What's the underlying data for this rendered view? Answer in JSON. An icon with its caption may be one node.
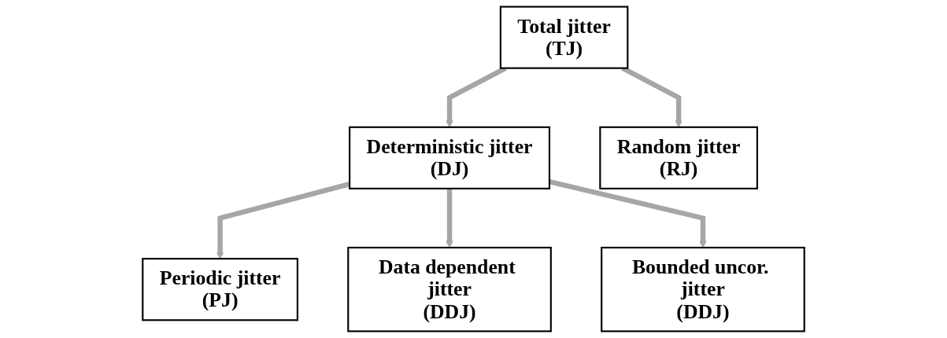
{
  "diagram": {
    "nodes": [
      {
        "text": [
          "Total jitter",
          "(TJ)"
        ]
      },
      {
        "text": [
          "Deterministic jitter",
          "(DJ)"
        ]
      },
      {
        "text": [
          "Random jitter",
          "(RJ)"
        ]
      },
      {
        "text": [
          "Periodic jitter",
          "(PJ)"
        ]
      },
      {
        "text": [
          "Data dependent jitter",
          "(DDJ)"
        ]
      },
      {
        "text": [
          "Bounded uncor. jitter",
          "(DDJ)"
        ]
      }
    ],
    "edges": [
      {
        "from": 0,
        "to": 1,
        "arrow": "to"
      },
      {
        "from": 0,
        "to": 2,
        "arrow": "to"
      },
      {
        "from": 1,
        "to": 3,
        "arrow": "to"
      },
      {
        "from": 1,
        "to": 4,
        "arrow": "to"
      },
      {
        "from": 1,
        "to": 5,
        "arrow": "to"
      }
    ]
  }
}
